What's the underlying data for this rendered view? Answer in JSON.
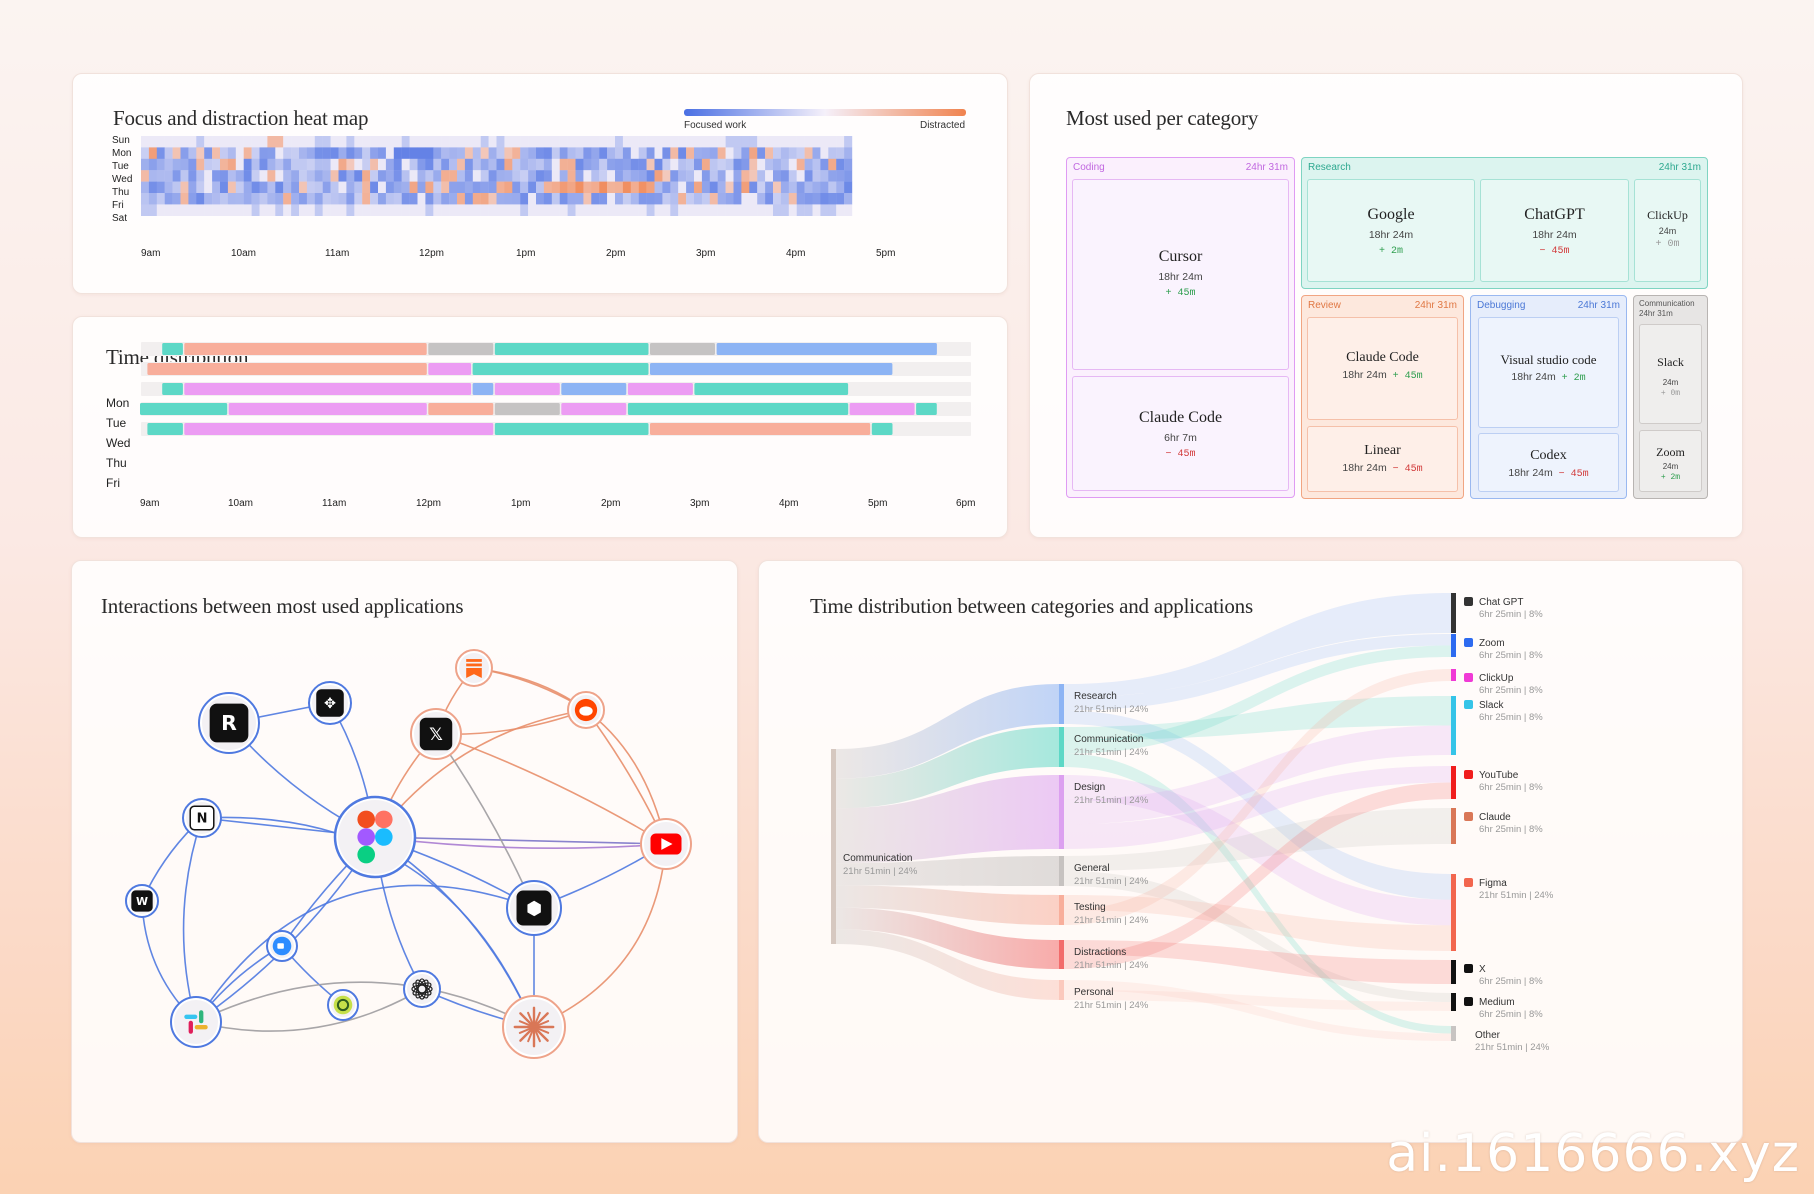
{
  "heatmap": {
    "title": "Focus and distraction heat map",
    "legend_left": "Focused work",
    "legend_right": "Distracted",
    "days": [
      "Sun",
      "Mon",
      "Tue",
      "Wed",
      "Thu",
      "Fri",
      "Sat"
    ],
    "times": [
      "9am",
      "10am",
      "11am",
      "12pm",
      "1pm",
      "2pm",
      "3pm",
      "4pm",
      "5pm"
    ],
    "colors": {
      "focused": "#4a6fe3",
      "neutral": "#f4eff8",
      "distracted": "#f0834f"
    }
  },
  "timedist": {
    "title": "Time distribution",
    "days": [
      "Mon",
      "Tue",
      "Wed",
      "Thu",
      "Fri"
    ],
    "times": [
      "9am",
      "10am",
      "11am",
      "12pm",
      "1pm",
      "2pm",
      "3pm",
      "4pm",
      "5pm",
      "6pm"
    ],
    "colors": {
      "teal": "#5dd8c6",
      "salmon": "#f8ae9b",
      "gray": "#c5c3c3",
      "blue": "#8db4f4",
      "pink": "#ec9cf3"
    }
  },
  "category": {
    "title": "Most used per category",
    "groups": [
      {
        "name": "Coding",
        "total": "24hr 31m",
        "items": [
          {
            "name": "Cursor",
            "time": "18hr 24m",
            "delta": "+ 45m",
            "sign": "pos"
          },
          {
            "name": "Claude Code",
            "time": "6hr 7m",
            "delta": "− 45m",
            "sign": "neg"
          }
        ]
      },
      {
        "name": "Research",
        "total": "24hr 31m",
        "items": [
          {
            "name": "Google",
            "time": "18hr 24m",
            "delta": "+ 2m",
            "sign": "pos"
          },
          {
            "name": "ChatGPT",
            "time": "18hr 24m",
            "delta": "− 45m",
            "sign": "neg"
          },
          {
            "name": "ClickUp",
            "time": "24m",
            "delta": "+ 0m",
            "sign": "neu"
          }
        ]
      },
      {
        "name": "Review",
        "total": "24hr 31m",
        "items": [
          {
            "name": "Claude Code",
            "time": "18hr 24m",
            "delta": "+ 45m",
            "sign": "pos"
          },
          {
            "name": "Linear",
            "time": "18hr 24m",
            "delta": "− 45m",
            "sign": "neg"
          }
        ]
      },
      {
        "name": "Debugging",
        "total": "24hr 31m",
        "items": [
          {
            "name": "Visual studio code",
            "time": "18hr 24m",
            "delta": "+ 2m",
            "sign": "pos"
          },
          {
            "name": "Codex",
            "time": "18hr 24m",
            "delta": "− 45m",
            "sign": "neg"
          }
        ]
      },
      {
        "name": "Communication",
        "total": "24hr 31m",
        "items": [
          {
            "name": "Slack",
            "time": "24m",
            "delta": "+ 0m",
            "sign": "neu"
          },
          {
            "name": "Zoom",
            "time": "24m",
            "delta": "+ 2m",
            "sign": "pos"
          }
        ]
      }
    ]
  },
  "network": {
    "title": "Interactions between most used applications",
    "nodes": [
      {
        "id": "raycast",
        "icon": "raycast-icon"
      },
      {
        "id": "grid",
        "icon": "grid-app-icon"
      },
      {
        "id": "substack",
        "icon": "substack-icon"
      },
      {
        "id": "reddit",
        "icon": "reddit-icon"
      },
      {
        "id": "x",
        "icon": "x-icon"
      },
      {
        "id": "notion",
        "icon": "notion-icon"
      },
      {
        "id": "figma",
        "icon": "figma-icon"
      },
      {
        "id": "youtube",
        "icon": "youtube-icon"
      },
      {
        "id": "warp",
        "icon": "warp-icon"
      },
      {
        "id": "zoom",
        "icon": "zoom-icon"
      },
      {
        "id": "cube",
        "icon": "cube-icon"
      },
      {
        "id": "perplexity",
        "icon": "spiral-icon"
      },
      {
        "id": "openai",
        "icon": "openai-icon"
      },
      {
        "id": "slack",
        "icon": "slack-icon"
      },
      {
        "id": "claude",
        "icon": "claude-icon"
      }
    ]
  },
  "sankey": {
    "title": "Time distribution between categories and applications",
    "source": {
      "name": "Communication",
      "time": "21hr 51min",
      "pct": "24%"
    },
    "middle": [
      {
        "name": "Research",
        "time": "21hr 51min",
        "pct": "24%",
        "color": "#8db4f4"
      },
      {
        "name": "Communication",
        "time": "21hr 51min",
        "pct": "24%",
        "color": "#5dd8c6"
      },
      {
        "name": "Design",
        "time": "21hr 51min",
        "pct": "24%",
        "color": "#dca0f0"
      },
      {
        "name": "General",
        "time": "21hr 51min",
        "pct": "24%",
        "color": "#c6c2c0"
      },
      {
        "name": "Testing",
        "time": "21hr 51min",
        "pct": "24%",
        "color": "#f8ae9b"
      },
      {
        "name": "Distractions",
        "time": "21hr 51min",
        "pct": "24%",
        "color": "#f26b6b"
      },
      {
        "name": "Personal",
        "time": "21hr 51min",
        "pct": "24%",
        "color": "#fbc9bd"
      }
    ],
    "right": [
      {
        "name": "Chat GPT",
        "time": "6hr 25min",
        "pct": "8%",
        "color": "#333333",
        "icon": "openai-icon"
      },
      {
        "name": "Zoom",
        "time": "6hr 25min",
        "pct": "8%",
        "color": "#2d6bf0",
        "icon": "zoom-icon"
      },
      {
        "name": "ClickUp",
        "time": "6hr 25min",
        "pct": "8%",
        "color": "#f03ad6",
        "icon": "clickup-icon"
      },
      {
        "name": "Slack",
        "time": "6hr 25min",
        "pct": "8%",
        "color": "#35c4e8",
        "icon": "slack-icon"
      },
      {
        "name": "YouTube",
        "time": "6hr 25min",
        "pct": "8%",
        "color": "#f01d1d",
        "icon": "youtube-icon"
      },
      {
        "name": "Claude",
        "time": "6hr 25min",
        "pct": "8%",
        "color": "#d97757",
        "icon": "claude-icon"
      },
      {
        "name": "Figma",
        "time": "21hr 51min",
        "pct": "24%",
        "color": "#f2664e",
        "icon": "figma-icon"
      },
      {
        "name": "X",
        "time": "6hr 25min",
        "pct": "8%",
        "color": "#111111",
        "icon": "x-icon"
      },
      {
        "name": "Medium",
        "time": "6hr 25min",
        "pct": "8%",
        "color": "#111111",
        "icon": "medium-icon"
      },
      {
        "name": "Other",
        "time": "21hr 51min",
        "pct": "24%",
        "color": "#c8c4c2",
        "icon": ""
      }
    ]
  },
  "chart_data": [
    {
      "type": "heatmap",
      "title": "Focus and distraction heat map",
      "y_categories": [
        "Sun",
        "Mon",
        "Tue",
        "Wed",
        "Thu",
        "Fri",
        "Sat"
      ],
      "x_categories": [
        "9am",
        "10am",
        "11am",
        "12pm",
        "1pm",
        "2pm",
        "3pm",
        "4pm",
        "5pm"
      ],
      "legend": [
        "Focused work",
        "Distracted"
      ]
    },
    {
      "type": "bar",
      "title": "Time distribution",
      "categories": [
        "Mon",
        "Tue",
        "Wed",
        "Thu",
        "Fri"
      ],
      "x_ticks": [
        "9am",
        "10am",
        "11am",
        "12pm",
        "1pm",
        "2pm",
        "3pm",
        "4pm",
        "5pm",
        "6pm"
      ],
      "segments": {
        "Mon": [
          [
            "9:15",
            "9:30",
            "teal"
          ],
          [
            "9:30",
            "12:15",
            "salmon"
          ],
          [
            "12:15",
            "1:00",
            "gray"
          ],
          [
            "1:00",
            "2:45",
            "teal"
          ],
          [
            "2:45",
            "3:30",
            "gray"
          ],
          [
            "3:30",
            "6:00",
            "blue"
          ]
        ],
        "Tue": [
          [
            "9:05",
            "12:15",
            "salmon"
          ],
          [
            "12:15",
            "12:45",
            "pink"
          ],
          [
            "12:45",
            "2:45",
            "teal"
          ],
          [
            "2:45",
            "5:30",
            "blue"
          ]
        ],
        "Wed": [
          [
            "9:15",
            "9:30",
            "teal"
          ],
          [
            "9:30",
            "12:45",
            "pink"
          ],
          [
            "12:45",
            "1:00",
            "blue"
          ],
          [
            "1:00",
            "1:45",
            "pink"
          ],
          [
            "1:45",
            "2:30",
            "blue"
          ],
          [
            "2:30",
            "3:15",
            "pink"
          ],
          [
            "3:15",
            "5:00",
            "teal"
          ]
        ],
        "Thu": [
          [
            "9:00",
            "10:00",
            "teal"
          ],
          [
            "10:00",
            "12:15",
            "pink"
          ],
          [
            "12:15",
            "1:00",
            "salmon"
          ],
          [
            "1:00",
            "1:45",
            "gray"
          ],
          [
            "1:45",
            "2:30",
            "pink"
          ],
          [
            "2:30",
            "5:00",
            "teal"
          ],
          [
            "5:00",
            "5:45",
            "pink"
          ],
          [
            "5:45",
            "6:00",
            "teal"
          ]
        ],
        "Fri": [
          [
            "9:05",
            "9:30",
            "teal"
          ],
          [
            "9:30",
            "1:00",
            "pink"
          ],
          [
            "1:00",
            "2:45",
            "teal"
          ],
          [
            "2:45",
            "5:15",
            "salmon"
          ],
          [
            "5:15",
            "5:30",
            "teal"
          ]
        ]
      }
    },
    {
      "type": "treemap",
      "title": "Most used per category"
    },
    {
      "type": "network",
      "title": "Interactions between most used applications"
    },
    {
      "type": "sankey",
      "title": "Time distribution between categories and applications"
    }
  ],
  "watermark": "ai.1616666.xyz"
}
